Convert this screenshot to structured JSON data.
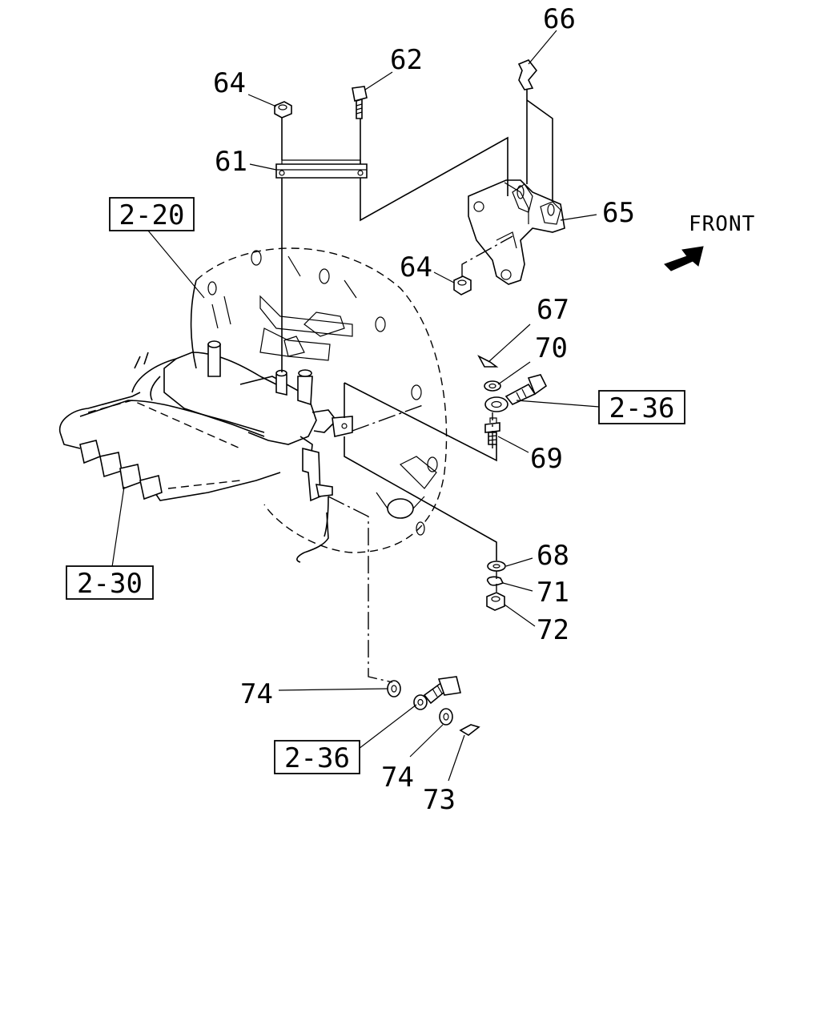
{
  "direction_label": "FRONT",
  "callouts": {
    "p61": "61",
    "p62": "62",
    "p64_top": "64",
    "p64_mid": "64",
    "p65": "65",
    "p66": "66",
    "p67": "67",
    "p68": "68",
    "p69": "69",
    "p70": "70",
    "p71": "71",
    "p72": "72",
    "p73": "73",
    "p74_left": "74",
    "p74_bottom": "74"
  },
  "references": {
    "ref_2_20": "2-20",
    "ref_2_30": "2-30",
    "ref_2_36_right": "2-36",
    "ref_2_36_bottom": "2-36"
  }
}
